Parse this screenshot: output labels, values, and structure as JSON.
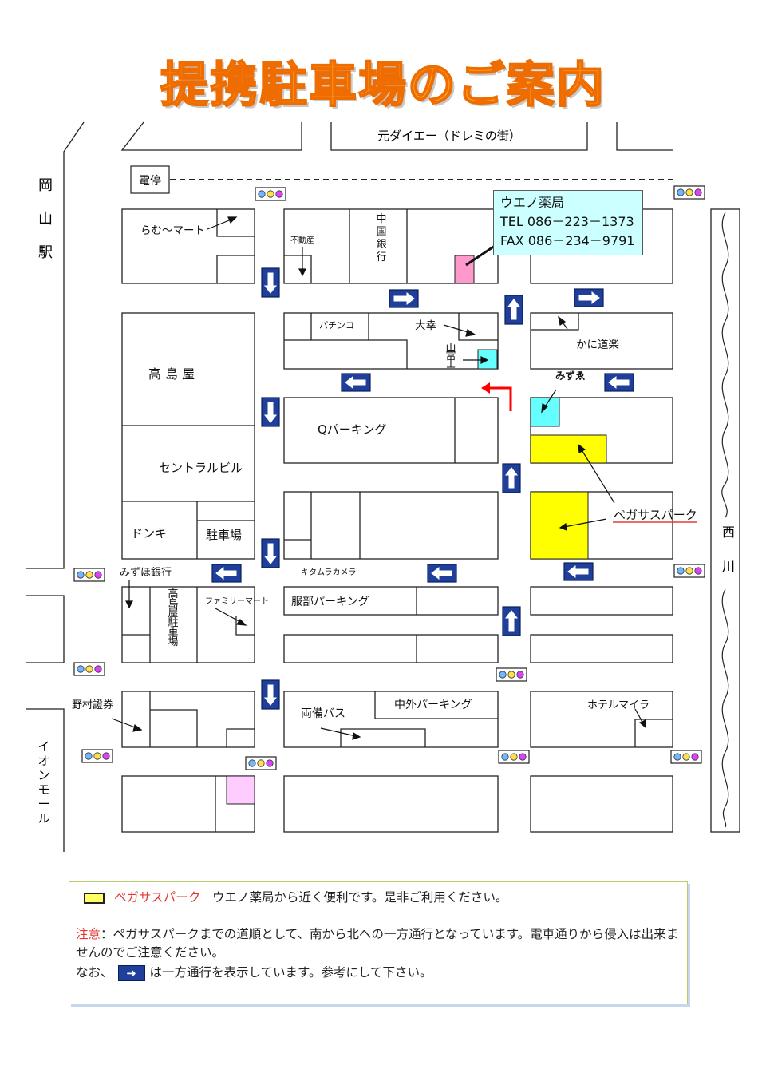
{
  "title": "提携駐車場のご案内",
  "station": "岡山駅",
  "river": "西川",
  "mall": "イオンモール",
  "streets": {
    "top": "元ダイエー（ドレミの街）",
    "tram_stop": "電停"
  },
  "pharmacy": {
    "name": "ウエノ薬局",
    "tel": "TEL 086－223－1373",
    "fax": "FAX 086－234－9791"
  },
  "labels": {
    "ramu_mart": "らむ～マート",
    "fudosan": "不動産",
    "chugoku_bank": "中国銀行",
    "pachinko": "パチンコ",
    "daiko": "大幸",
    "yamafuji": "山富士",
    "kanidoraku": "かに道楽",
    "mizuho_shop": "みずゑ",
    "takashimaya": "高 島 屋",
    "q_parking": "Qパーキング",
    "central_bldg": "セントラルビル",
    "donki": "ドンキ",
    "donki_parking": "駐車場",
    "pegasus": "ペガサスパーク",
    "mizuho_bank": "みずほ銀行",
    "kitamura": "キタムラカメラ",
    "takashimaya_parking": "高島屋駐車場",
    "familymart": "ファミリーマート",
    "hattori": "服部パーキング",
    "nomura": "野村證券",
    "ryobi_bus": "両備バス",
    "chugai_parking": "中外パーキング",
    "hotel_myra": "ホテルマイラ"
  },
  "legend": {
    "name": "ペガサスパーク",
    "desc": "ウエノ薬局から近く便利です。是非ご利用ください。",
    "caution_label": "注意",
    "caution_text": "：ペガサスパークまでの道順として、南から北への一方通行となっています。電車通りから侵入は出来ませんのでご注意ください。",
    "note_prefix": "なお、",
    "note_suffix": "は一方通行を表示しています。参考にして下さい。"
  },
  "colors": {
    "pegasus": "#ffff00",
    "pharmacy": "#ff99cc",
    "highlight": "#66ffff",
    "oneway": "#1f3f9a",
    "route_arrow": "#ff0000",
    "title": "#ffa726"
  }
}
